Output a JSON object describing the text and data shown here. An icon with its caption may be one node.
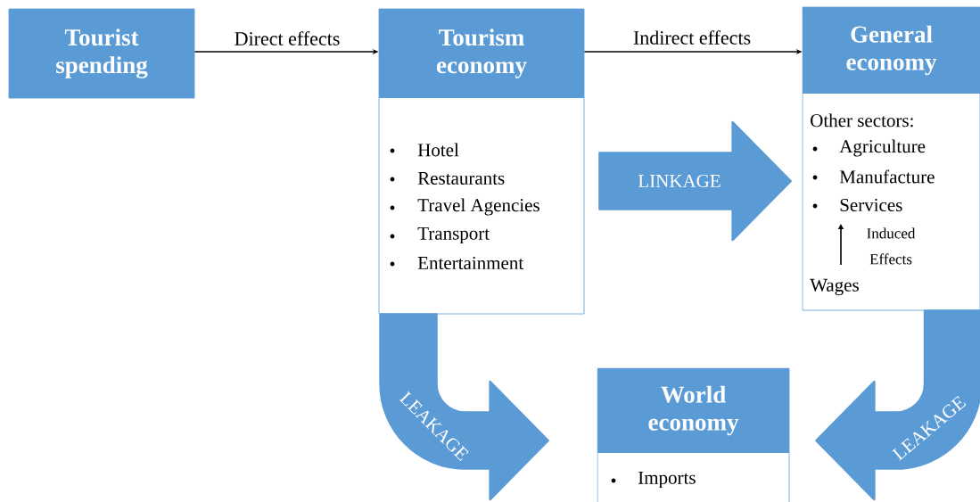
{
  "diagram": {
    "nodes": [
      {
        "text": [
          "Tourist spending"
        ]
      },
      {
        "text": [
          "Tourism economy",
          "Hotel",
          "Restaurants",
          "Travel Agencies",
          "Transport",
          "Entertainment"
        ]
      },
      {
        "text": [
          "General economy",
          "Other sectors:",
          "Agriculture",
          "Manufacture",
          "Services",
          "Induced Effects",
          "Wages"
        ]
      },
      {
        "text": [
          "World economy",
          "Imports"
        ]
      }
    ],
    "edges": [
      {
        "from": 0,
        "to": 1,
        "arrow": "to",
        "label": "Direct effects",
        "color": "#000000"
      },
      {
        "from": 1,
        "to": 2,
        "arrow": "to",
        "label": "Indirect effects",
        "color": "#000000"
      },
      {
        "from": 1,
        "to": 2,
        "arrow": "to",
        "label": "LINKAGE",
        "style": "thick",
        "color": "#5b9bd5"
      },
      {
        "from": 1,
        "to": 3,
        "arrow": "to",
        "label": "LEAKAGE",
        "style": "thick",
        "color": "#5b9bd5"
      },
      {
        "from": 2,
        "to": 3,
        "arrow": "to",
        "label": "LEAKAGE",
        "style": "thick",
        "color": "#5b9bd5"
      }
    ]
  }
}
